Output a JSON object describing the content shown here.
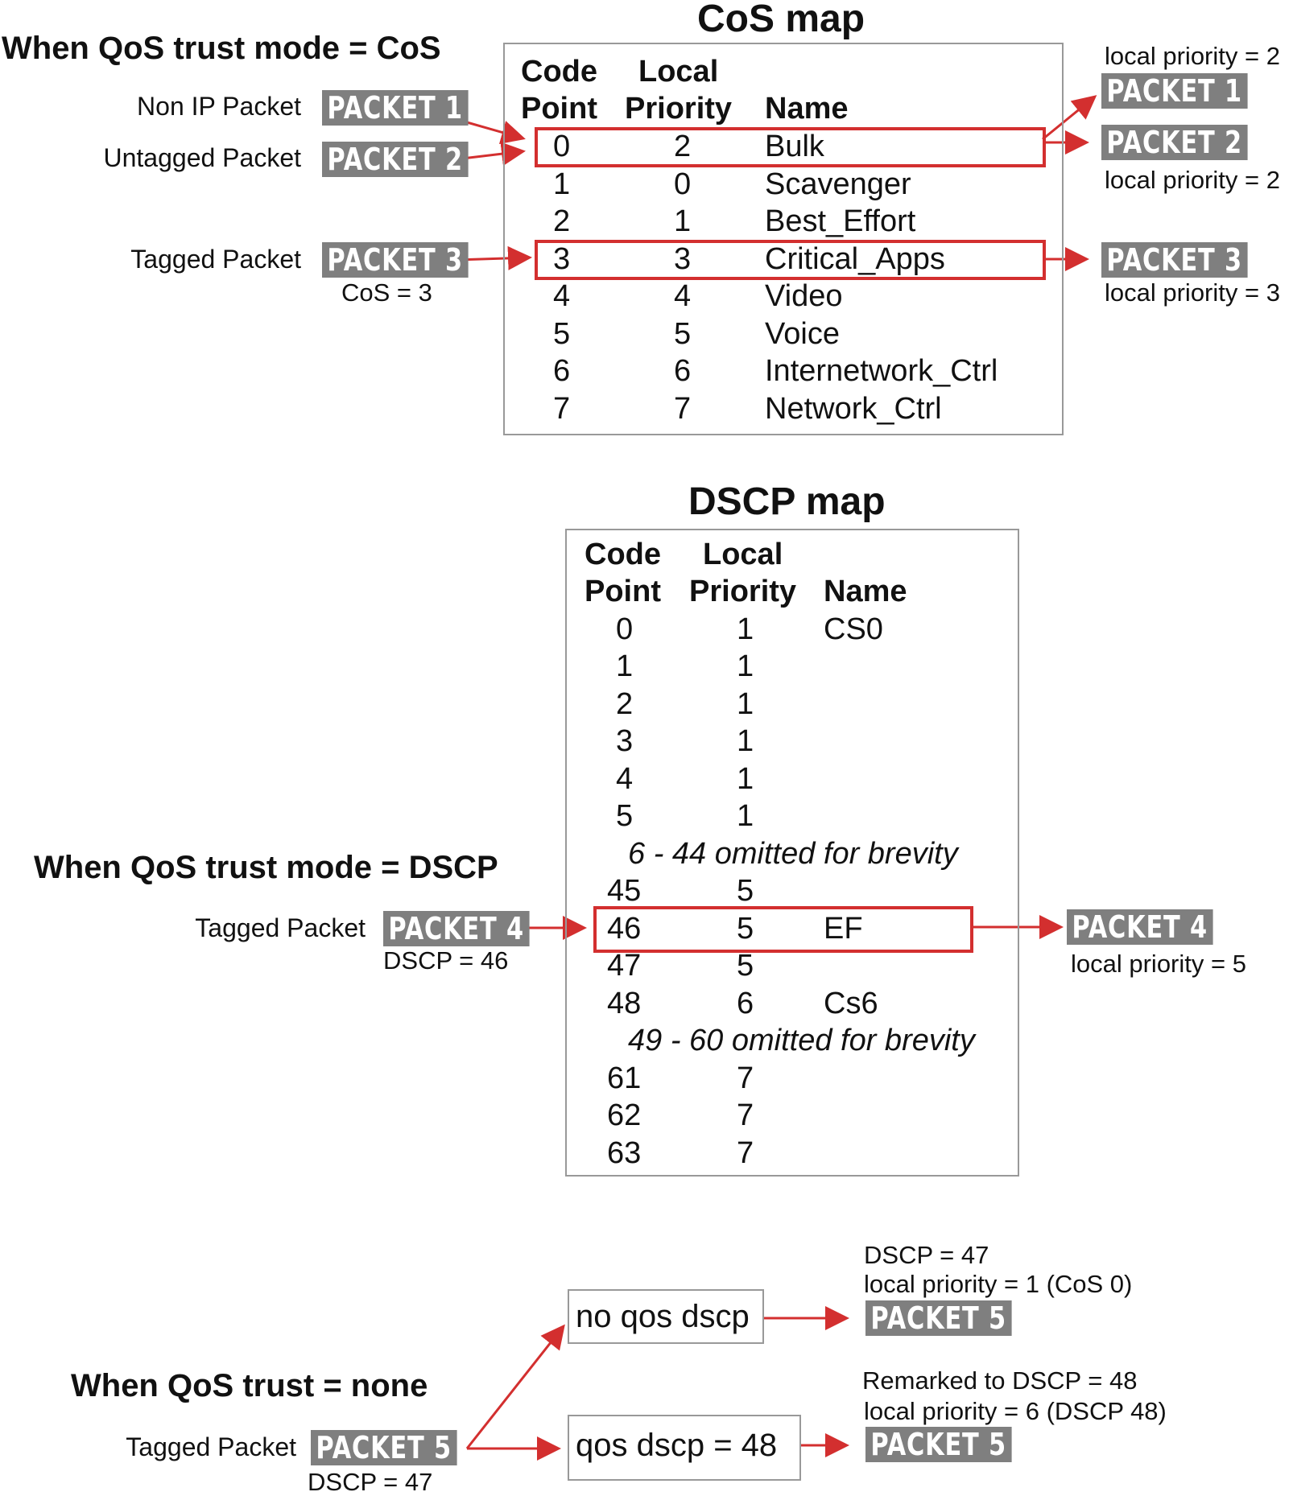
{
  "colors": {
    "arrow": "#d32f2f",
    "packet_bg": "#7f7f7f",
    "box_border": "#999999"
  },
  "cos_section": {
    "heading_prefix": "When QoS trust mode = ",
    "heading_mode": "CoS",
    "inputs": [
      {
        "label": "Non IP Packet",
        "packet": "PACKET 1"
      },
      {
        "label": "Untagged Packet",
        "packet": "PACKET 2"
      },
      {
        "label": "Tagged Packet",
        "packet": "PACKET 3",
        "note": "CoS = 3"
      }
    ],
    "outputs": [
      {
        "packet": "PACKET 1",
        "note": "local priority = 2"
      },
      {
        "packet": "PACKET 2",
        "note": "local priority = 2"
      },
      {
        "packet": "PACKET 3",
        "note": "local priority = 3"
      }
    ]
  },
  "cos_map": {
    "title": "CoS map",
    "headers": {
      "code_1": "Code",
      "code_2": "Point",
      "local_1": "Local",
      "local_2": "Priority",
      "name": "Name"
    },
    "rows": [
      {
        "code": "0",
        "priority": "2",
        "name": "Bulk"
      },
      {
        "code": "1",
        "priority": "0",
        "name": "Scavenger"
      },
      {
        "code": "2",
        "priority": "1",
        "name": "Best_Effort"
      },
      {
        "code": "3",
        "priority": "3",
        "name": "Critical_Apps"
      },
      {
        "code": "4",
        "priority": "4",
        "name": "Video"
      },
      {
        "code": "5",
        "priority": "5",
        "name": "Voice"
      },
      {
        "code": "6",
        "priority": "6",
        "name": "Internetwork_Ctrl"
      },
      {
        "code": "7",
        "priority": "7",
        "name": "Network_Ctrl"
      }
    ]
  },
  "dscp_section": {
    "heading": "When QoS trust mode = DSCP",
    "input": {
      "label": "Tagged Packet",
      "packet": "PACKET 4",
      "note": "DSCP = 46"
    },
    "output": {
      "packet": "PACKET 4",
      "note": "local priority = 5"
    }
  },
  "dscp_map": {
    "title": "DSCP map",
    "headers": {
      "code_1": "Code",
      "code_2": "Point",
      "local_1": "Local",
      "local_2": "Priority",
      "name": "Name"
    },
    "rows_a": [
      {
        "code": "0",
        "priority": "1",
        "name": "CS0"
      },
      {
        "code": "1",
        "priority": "1",
        "name": ""
      },
      {
        "code": "2",
        "priority": "1",
        "name": ""
      },
      {
        "code": "3",
        "priority": "1",
        "name": ""
      },
      {
        "code": "4",
        "priority": "1",
        "name": ""
      },
      {
        "code": "5",
        "priority": "1",
        "name": ""
      }
    ],
    "omit_1": "6 - 44 omitted for brevity",
    "rows_b": [
      {
        "code": "45",
        "priority": "5",
        "name": ""
      },
      {
        "code": "46",
        "priority": "5",
        "name": "EF"
      },
      {
        "code": "47",
        "priority": "5",
        "name": ""
      },
      {
        "code": "48",
        "priority": "6",
        "name": "Cs6"
      }
    ],
    "omit_2": "49 - 60 omitted for brevity",
    "rows_c": [
      {
        "code": "61",
        "priority": "7",
        "name": ""
      },
      {
        "code": "62",
        "priority": "7",
        "name": ""
      },
      {
        "code": "63",
        "priority": "7",
        "name": ""
      }
    ]
  },
  "none_section": {
    "heading": "When QoS trust = none",
    "input": {
      "label": "Tagged Packet",
      "packet": "PACKET 5",
      "note": "DSCP = 47"
    },
    "cmd_no": "no qos dscp",
    "cmd_set": "qos dscp = 48",
    "out_no": {
      "note_1": "DSCP = 47",
      "note_2": "local priority = 1 (CoS 0)",
      "packet": "PACKET 5"
    },
    "out_set": {
      "note_1": "Remarked to DSCP = 48",
      "note_2": "local priority = 6 (DSCP 48)",
      "packet": "PACKET 5"
    }
  }
}
